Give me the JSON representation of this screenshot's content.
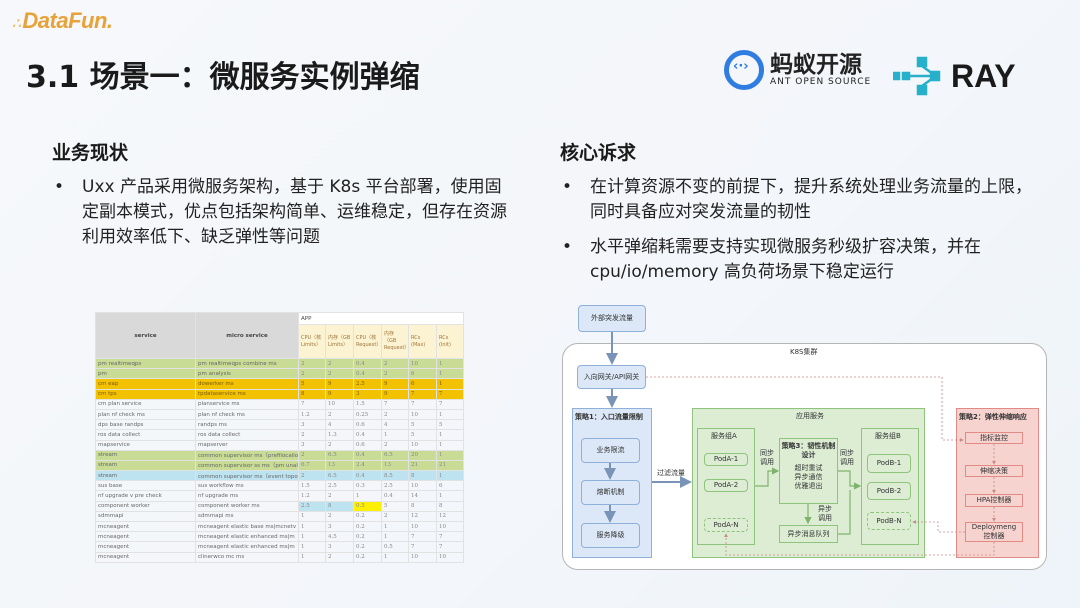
{
  "brand": {
    "logo": "DataFun.",
    "ant_zh": "蚂蚁开源",
    "ant_en": "ANT OPEN SOURCE",
    "ray": "RAY"
  },
  "title": "3.1 场景一：微服务实例弹缩",
  "left": {
    "heading": "业务现状",
    "bullets": [
      "Uxx 产品采用微服务架构，基于 K8s 平台部署，使用固定副本模式，优点包括架构简单、运维稳定，但存在资源利用效率低下、缺乏弹性等问题"
    ]
  },
  "right": {
    "heading": "核心诉求",
    "bullets": [
      "在计算资源不变的前提下，提升系统处理业务流量的上限，同时具备应对突发流量的韧性",
      "水平弹缩耗需要支持实现微服务秒级扩容决策，并在 cpu/io/memory 高负荷场景下稳定运行"
    ]
  },
  "table": {
    "group": "APP",
    "headers": [
      "service",
      "micro service",
      "CPU（核 Limits）",
      "内存（GB Limits）",
      "CPU（核 Request）",
      "内存（GB Request）",
      "RCs (Max)",
      "RCs (Init)"
    ],
    "rows": [
      {
        "style": "g",
        "cells": [
          "pm realtimeqps",
          "pm realtimeqps combine ms",
          "2",
          "2",
          "0.4",
          "2",
          "10",
          "1"
        ]
      },
      {
        "style": "g",
        "cells": [
          "pm",
          "pm analysis",
          "2",
          "2",
          "0.4",
          "2",
          "6",
          "1"
        ]
      },
      {
        "style": "o",
        "cells": [
          "cm eap",
          "dowerker ms",
          "5",
          "9",
          "2.5",
          "9",
          "6",
          "1"
        ]
      },
      {
        "style": "o",
        "cells": [
          "cm tps",
          "tpdataservice ms",
          "8",
          "9",
          "3",
          "9",
          "7",
          "7"
        ]
      },
      {
        "style": "",
        "cells": [
          "cm plan service",
          "planservice ms",
          "7",
          "10",
          "1.5",
          "7",
          "7",
          "7"
        ]
      },
      {
        "style": "",
        "cells": [
          "plan nf check ms",
          "plan nf check ms",
          "1.2",
          "2",
          "0.25",
          "2",
          "10",
          "1"
        ]
      },
      {
        "style": "",
        "cells": [
          "dps base randps",
          "randps ms",
          "3",
          "4",
          "0.6",
          "4",
          "5",
          "5"
        ]
      },
      {
        "style": "",
        "cells": [
          "ros data collect",
          "ros data collect",
          "2",
          "1.3",
          "0.4",
          "1",
          "5",
          "1"
        ]
      },
      {
        "style": "",
        "cells": [
          "mapservice",
          "mapserver",
          "3",
          "2",
          "0.6",
          "2",
          "10",
          "1"
        ]
      },
      {
        "style": "g",
        "cells": [
          "stream",
          "common supervisor ms（prefilocalio",
          "2",
          "6.5",
          "0.4",
          "6.5",
          "20",
          "1"
        ]
      },
      {
        "style": "g",
        "cells": [
          "stream",
          "common supervisor ss ms（pm unal",
          "6.7",
          "13",
          "2.4",
          "13",
          "21",
          "21"
        ]
      },
      {
        "style": "b",
        "cells": [
          "stream",
          "common supervisor ms（event topol",
          "2",
          "6.5",
          "0.4",
          "8.5",
          "8",
          "1"
        ]
      },
      {
        "style": "",
        "cells": [
          "sus base",
          "sus workflow ms",
          "1.5",
          "2.5",
          "0.3",
          "2.5",
          "10",
          "6"
        ]
      },
      {
        "style": "",
        "cells": [
          "nf upgrade v pre check",
          "nf upgrade ms",
          "1.2",
          "2",
          "1",
          "0.4",
          "14",
          "1"
        ]
      },
      {
        "style": "",
        "cells": [
          "component worker",
          "component worker ms",
          "2.5",
          "8",
          "0.5",
          "5",
          "8",
          "8"
        ]
      },
      {
        "style": "",
        "cells": [
          "sdmmapi",
          "sdmmapi ms",
          "1",
          "2",
          "0.2",
          "2",
          "12",
          "12"
        ]
      },
      {
        "style": "",
        "cells": [
          "mcneagent",
          "mcneagent elastic base ms|mcnetv",
          "1",
          "3",
          "0.2",
          "1",
          "10",
          "10"
        ]
      },
      {
        "style": "",
        "cells": [
          "mcneagent",
          "mcneagent elastic enhanced ms|m",
          "1",
          "4.5",
          "0.2",
          "1",
          "7",
          "7"
        ]
      },
      {
        "style": "",
        "cells": [
          "mcneagent",
          "mcneagent elastic enhanced ms|m",
          "1",
          "3",
          "0.2",
          "0.5",
          "7",
          "7"
        ]
      },
      {
        "style": "",
        "cells": [
          "mcneagent",
          "clinerwco mc ms",
          "1",
          "2",
          "0.2",
          "1",
          "10",
          "10"
        ]
      }
    ]
  },
  "diagram": {
    "external": "外部突发流量",
    "cluster": "K8S集群",
    "gateway": "入向网关/API网关",
    "s1": {
      "title": "策略1：入口流量限制",
      "items": [
        "业务限流",
        "熔断机制",
        "服务降级"
      ]
    },
    "filter": "过滤流量",
    "app": {
      "title": "应用服务",
      "groupA": {
        "title": "服务组A",
        "pods": [
          "PodA-1",
          "PodA-2",
          "PodA-N"
        ]
      },
      "s3": {
        "title": "策略3：韧性机制设计",
        "body": "超时重试\n异步通信\n优雅退出"
      },
      "sync_left": "同步\n调用",
      "sync_right": "同步\n调用",
      "async": "异步\n调用",
      "mq": "异步消息队列",
      "groupB": {
        "title": "服务组B",
        "pods": [
          "PodB-1",
          "PodB-2",
          "PodB-N"
        ]
      }
    },
    "s2": {
      "title": "策略2：弹性伸缩响应",
      "items": [
        "指标监控",
        "伸缩决策",
        "HPA控制器",
        "Deploymeng\n控制器"
      ]
    }
  }
}
